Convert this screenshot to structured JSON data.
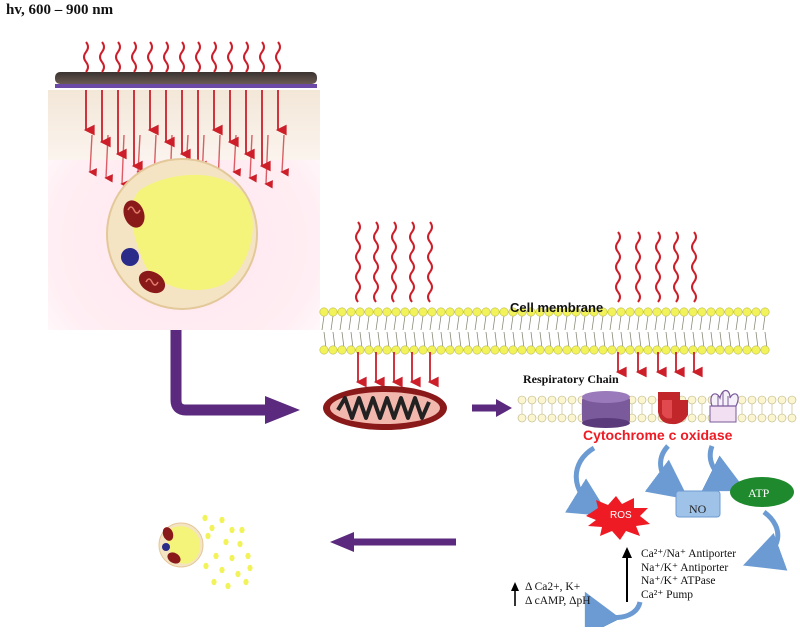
{
  "title": "hv, 600 – 900 nm",
  "membrane_label": "Cell membrane",
  "respiratory_label": "Respiratory Chain",
  "cytochrome_label": "Cytochrome c oxidase",
  "ros_label": "ROS",
  "no_label": "NO",
  "atp_label": "ATP",
  "transporters": [
    "Ca²⁺/Na⁺ Antiporter",
    "Na⁺/K⁺ Antiporter",
    "Na⁺/K⁺ ATPase",
    "Ca²⁺ Pump"
  ],
  "delta_lines": [
    "Δ Ca2+, K+",
    "Δ cAMP, ΔpH"
  ],
  "colors": {
    "light_ray": "#cc1f2a",
    "arrow_purple": "#5b2a7e",
    "membrane_head": "#f2f25a",
    "nucleus": "#f4f47a",
    "cell_body": "#f5e4c3",
    "ros": "#ee1b24",
    "no_box": "#9fc2e8",
    "atp": "#1e8a2d",
    "feedback_arrow": "#6b9bd2",
    "cox_text": "#ee1b24"
  }
}
